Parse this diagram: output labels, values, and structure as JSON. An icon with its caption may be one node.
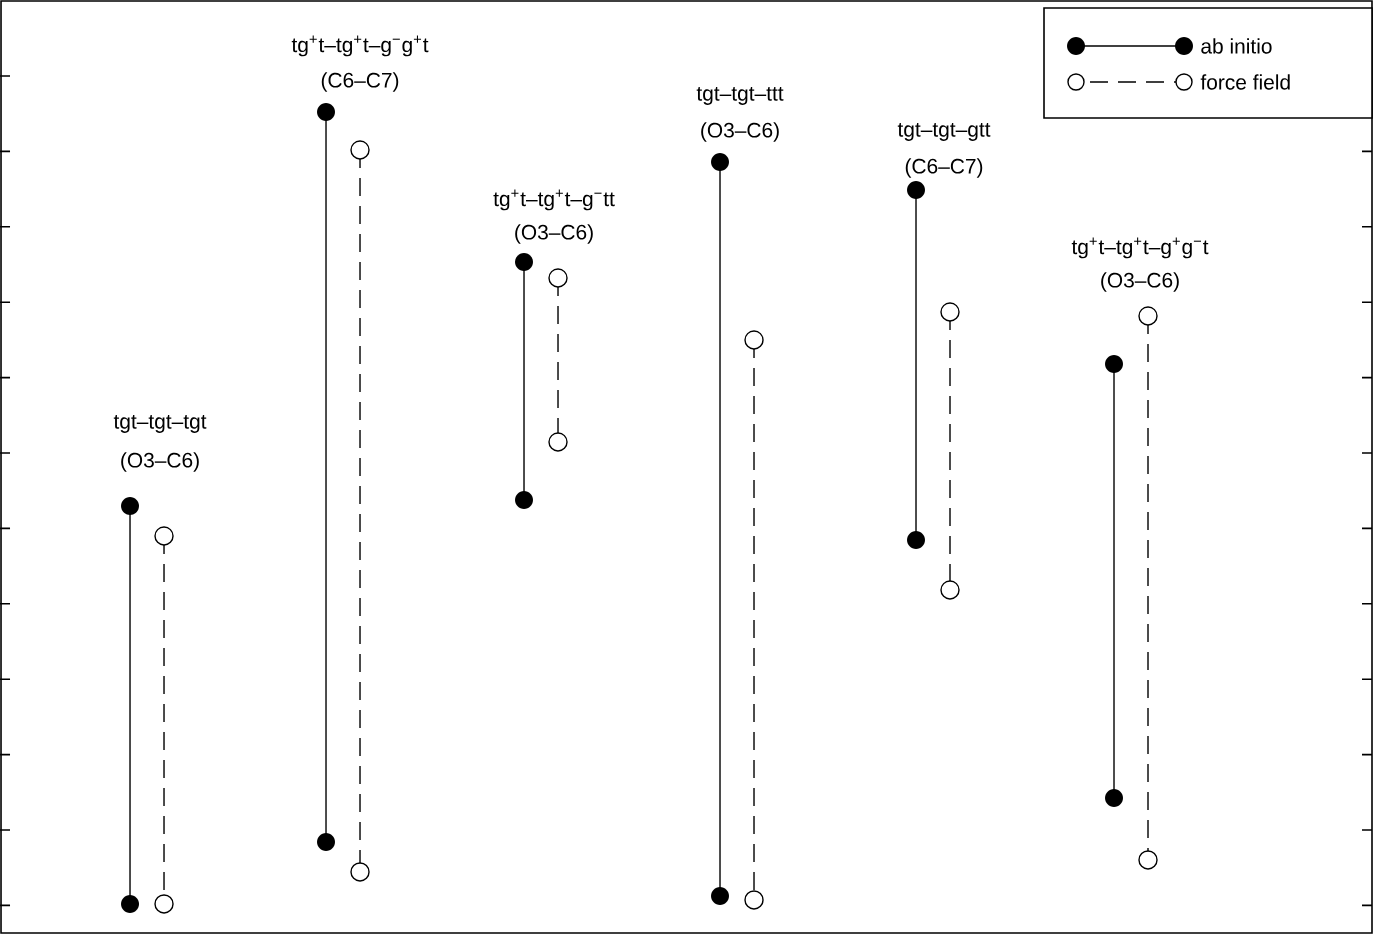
{
  "diagram": {
    "labels": [
      "tgt–tgt–tgt",
      "(O3–C6)",
      "tg$^{+}$t–tg$^{+}$t–g$^{−}$g$^{+}$t",
      "(C6–C7)",
      "tg$^{+}$t–tg$^{+}$t–g$^{−}$tt",
      "(O3–C6)",
      "tgt–tgt–ttt",
      "(O3–C6)",
      "tgt–tgt–gtt",
      "(C6–C7)",
      "tg$^{+}$t–tg$^{+}$t–g$^{+}$g$^{−}$t",
      "(O3–C6)"
    ],
    "legend": [
      {
        "text": "ab initio"
      },
      {
        "text": "force field"
      }
    ]
  }
}
